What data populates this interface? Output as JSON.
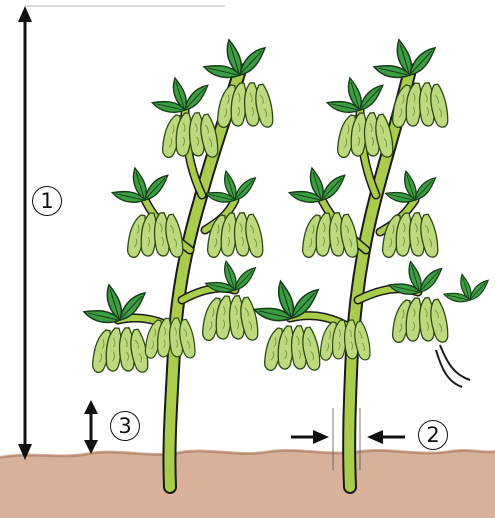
{
  "callouts": {
    "plant_height": "1",
    "stem_diameter": "2",
    "first_pod_height": "3"
  },
  "colors": {
    "soil": "#d8b19b",
    "soil_dark": "#b98d77",
    "stem": "#a9cc4a",
    "leaf": "#2f8f3a",
    "leaf_light": "#57b552",
    "pod": "#b7d77a",
    "outline": "#1a1a1a"
  }
}
